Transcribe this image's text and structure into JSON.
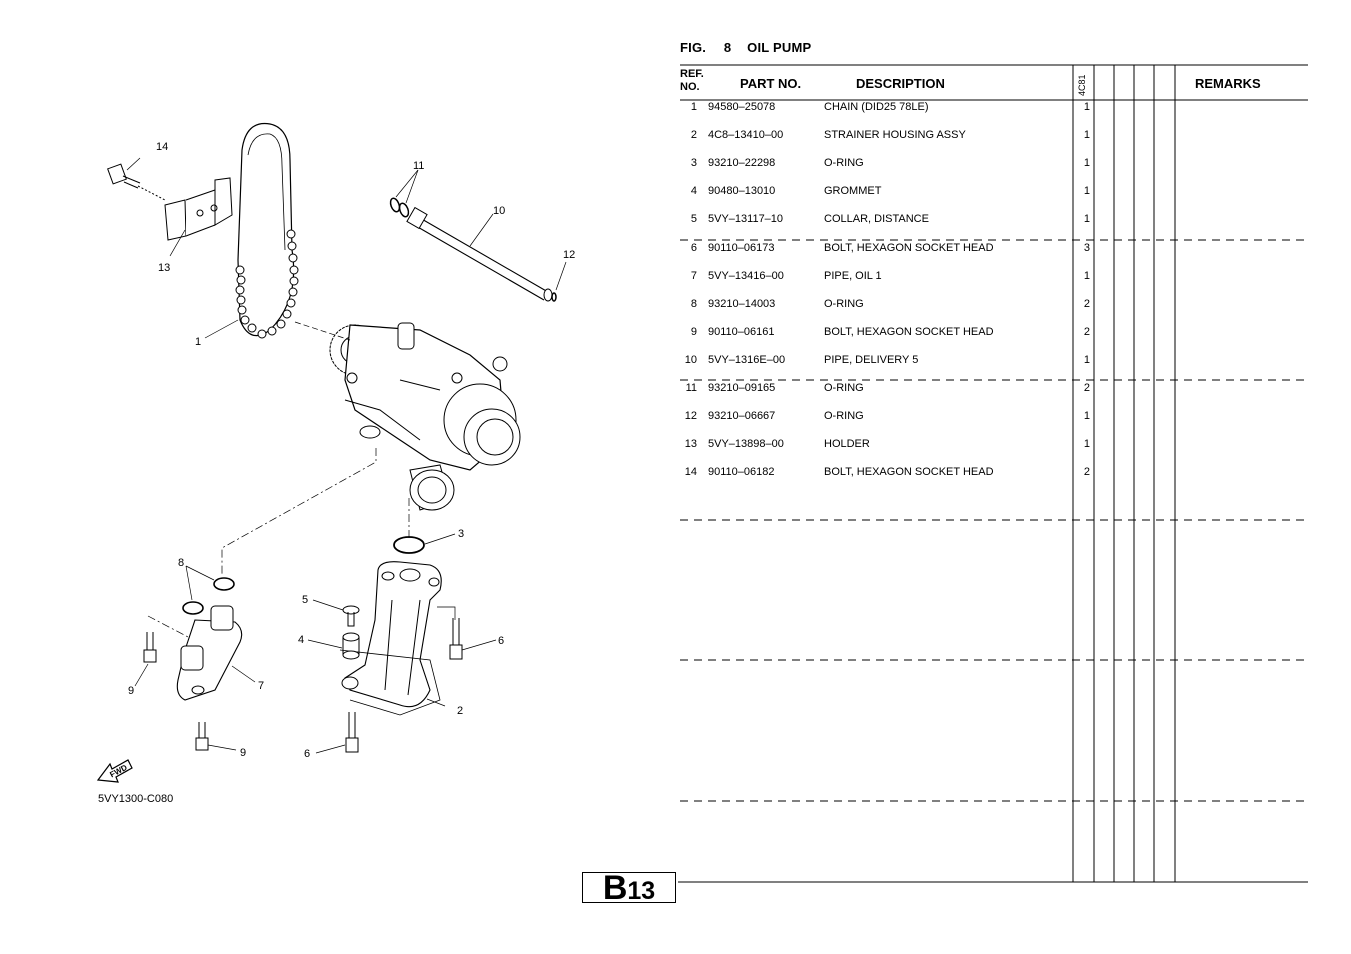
{
  "figure": {
    "prefix": "FIG.",
    "number": "8",
    "name": "OIL PUMP"
  },
  "table": {
    "headers": {
      "ref_no": "REF. NO.",
      "part_no": "PART NO.",
      "description": "DESCRIPTION",
      "model": "4C81",
      "remarks": "REMARKS"
    },
    "rows": [
      {
        "ref": "1",
        "part": "94580–25078",
        "desc": "CHAIN (DID25 78LE)",
        "qty": "1"
      },
      {
        "ref": "2",
        "part": "4C8–13410–00",
        "desc": "STRAINER HOUSING ASSY",
        "qty": "1"
      },
      {
        "ref": "3",
        "part": "93210–22298",
        "desc": "O-RING",
        "qty": "1"
      },
      {
        "ref": "4",
        "part": "90480–13010",
        "desc": "GROMMET",
        "qty": "1"
      },
      {
        "ref": "5",
        "part": "5VY–13117–10",
        "desc": "COLLAR, DISTANCE",
        "qty": "1"
      },
      {
        "ref": "6",
        "part": "90110–06173",
        "desc": "BOLT, HEXAGON SOCKET HEAD",
        "qty": "3"
      },
      {
        "ref": "7",
        "part": "5VY–13416–00",
        "desc": "PIPE, OIL 1",
        "qty": "1"
      },
      {
        "ref": "8",
        "part": "93210–14003",
        "desc": "O-RING",
        "qty": "2"
      },
      {
        "ref": "9",
        "part": "90110–06161",
        "desc": "BOLT, HEXAGON SOCKET HEAD",
        "qty": "2"
      },
      {
        "ref": "10",
        "part": "5VY–1316E–00",
        "desc": "PIPE, DELIVERY 5",
        "qty": "1"
      },
      {
        "ref": "11",
        "part": "93210–09165",
        "desc": "O-RING",
        "qty": "2"
      },
      {
        "ref": "12",
        "part": "93210–06667",
        "desc": "O-RING",
        "qty": "1"
      },
      {
        "ref": "13",
        "part": "5VY–13898–00",
        "desc": "HOLDER",
        "qty": "1"
      },
      {
        "ref": "14",
        "part": "90110–06182",
        "desc": "BOLT, HEXAGON SOCKET HEAD",
        "qty": "2"
      }
    ]
  },
  "diagram": {
    "callouts": [
      "1",
      "2",
      "3",
      "4",
      "5",
      "6",
      "6",
      "7",
      "8",
      "9",
      "9",
      "10",
      "11",
      "12",
      "13",
      "14"
    ],
    "fwd_label": "FWD",
    "drawing_code": "5VY1300-C080"
  },
  "page": {
    "letter": "B",
    "number": "13"
  }
}
